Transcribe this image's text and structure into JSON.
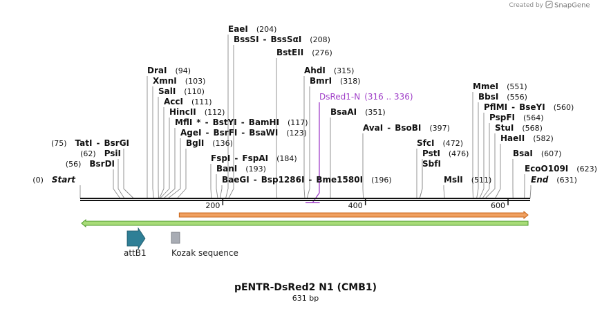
{
  "credit": {
    "prefix": "Created by",
    "brand": "SnapGene"
  },
  "sequence": {
    "length": 631,
    "title": "pENTR-DsRed2 N1 (CMB1)",
    "length_label": "631 bp"
  },
  "ticks": [
    {
      "pos": 200,
      "label": "200"
    },
    {
      "pos": 400,
      "label": "400"
    },
    {
      "pos": 600,
      "label": "600"
    }
  ],
  "labels": [
    {
      "id": "eaei",
      "pos": 204,
      "parts": [
        {
          "t": "EaeI",
          "s": "enz"
        },
        {
          "t": "(204)",
          "s": "pos"
        }
      ]
    },
    {
      "id": "bsssi",
      "pos": 208,
      "parts": [
        {
          "t": "BssSI",
          "s": "enz"
        },
        {
          "t": "-",
          "s": "enz"
        },
        {
          "t": "BssSαI",
          "s": "enz"
        },
        {
          "t": "(208)",
          "s": "pos"
        }
      ]
    },
    {
      "id": "bsteii",
      "pos": 276,
      "parts": [
        {
          "t": "BstEII",
          "s": "enz"
        },
        {
          "t": "(276)",
          "s": "pos"
        }
      ]
    },
    {
      "id": "ahdi",
      "pos": 315,
      "parts": [
        {
          "t": "AhdI",
          "s": "enz"
        },
        {
          "t": "(315)",
          "s": "pos"
        }
      ]
    },
    {
      "id": "dral",
      "pos": 94,
      "parts": [
        {
          "t": "DraI",
          "s": "enz"
        },
        {
          "t": "(94)",
          "s": "pos"
        }
      ]
    },
    {
      "id": "xmni",
      "pos": 103,
      "parts": [
        {
          "t": "XmnI",
          "s": "enz"
        },
        {
          "t": "(103)",
          "s": "pos"
        }
      ]
    },
    {
      "id": "bmri",
      "pos": 318,
      "parts": [
        {
          "t": "BmrI",
          "s": "enz"
        },
        {
          "t": "(318)",
          "s": "pos"
        }
      ]
    },
    {
      "id": "sali",
      "pos": 110,
      "parts": [
        {
          "t": "SalI",
          "s": "enz"
        },
        {
          "t": "(110)",
          "s": "pos"
        }
      ]
    },
    {
      "id": "dsred1n",
      "pos": 326,
      "primer": true,
      "parts": [
        {
          "t": "DsRed1-N",
          "s": "primer"
        },
        {
          "t": "(316 .. 336)",
          "s": "primer"
        }
      ]
    },
    {
      "id": "acci",
      "pos": 111,
      "parts": [
        {
          "t": "AccI",
          "s": "enz"
        },
        {
          "t": "(111)",
          "s": "pos"
        }
      ]
    },
    {
      "id": "mmei",
      "pos": 551,
      "parts": [
        {
          "t": "MmeI",
          "s": "enz"
        },
        {
          "t": "(551)",
          "s": "pos"
        }
      ]
    },
    {
      "id": "hincii",
      "pos": 112,
      "parts": [
        {
          "t": "HincII",
          "s": "enz"
        },
        {
          "t": "(112)",
          "s": "pos"
        }
      ]
    },
    {
      "id": "bsaai",
      "pos": 351,
      "parts": [
        {
          "t": "BsaAI",
          "s": "enz"
        },
        {
          "t": "(351)",
          "s": "pos"
        }
      ]
    },
    {
      "id": "bbsi",
      "pos": 556,
      "parts": [
        {
          "t": "BbsI",
          "s": "enz"
        },
        {
          "t": "(556)",
          "s": "pos"
        }
      ]
    },
    {
      "id": "mfli",
      "pos": 117,
      "parts": [
        {
          "t": "MflI",
          "s": "enz"
        },
        {
          "t": "*",
          "s": "enz"
        },
        {
          "t": "-",
          "s": "enz"
        },
        {
          "t": "BstYI",
          "s": "enz"
        },
        {
          "t": "-",
          "s": "enz"
        },
        {
          "t": "BamHI",
          "s": "enz"
        },
        {
          "t": "(117)",
          "s": "pos"
        }
      ]
    },
    {
      "id": "pflmi",
      "pos": 560,
      "parts": [
        {
          "t": "PflMI",
          "s": "enz"
        },
        {
          "t": "-",
          "s": "enz"
        },
        {
          "t": "BseYI",
          "s": "enz"
        },
        {
          "t": "(560)",
          "s": "pos"
        }
      ]
    },
    {
      "id": "agei",
      "pos": 123,
      "parts": [
        {
          "t": "AgeI",
          "s": "enz"
        },
        {
          "t": "-",
          "s": "enz"
        },
        {
          "t": "BsrFI",
          "s": "enz"
        },
        {
          "t": "-",
          "s": "enz"
        },
        {
          "t": "BsaWI",
          "s": "enz"
        },
        {
          "t": "(123)",
          "s": "pos"
        }
      ]
    },
    {
      "id": "pspfi",
      "pos": 564,
      "parts": [
        {
          "t": "PspFI",
          "s": "enz"
        },
        {
          "t": "(564)",
          "s": "pos"
        }
      ]
    },
    {
      "id": "avai",
      "pos": 397,
      "parts": [
        {
          "t": "AvaI",
          "s": "enz"
        },
        {
          "t": "-",
          "s": "enz"
        },
        {
          "t": "BsoBI",
          "s": "enz"
        },
        {
          "t": "(397)",
          "s": "pos"
        }
      ]
    },
    {
      "id": "stui",
      "pos": 568,
      "parts": [
        {
          "t": "StuI",
          "s": "enz"
        },
        {
          "t": "(568)",
          "s": "pos"
        }
      ]
    },
    {
      "id": "bgli",
      "pos": 136,
      "parts": [
        {
          "t": "BglI",
          "s": "enz"
        },
        {
          "t": "(136)",
          "s": "pos"
        }
      ]
    },
    {
      "id": "haeii",
      "pos": 582,
      "parts": [
        {
          "t": "HaeII",
          "s": "enz"
        },
        {
          "t": "(582)",
          "s": "pos"
        }
      ]
    },
    {
      "id": "tati",
      "pos": 75,
      "parts": [
        {
          "t": "(75)",
          "s": "pos"
        },
        {
          "t": "TatI",
          "s": "enz"
        },
        {
          "t": "-",
          "s": "enz"
        },
        {
          "t": "BsrGI",
          "s": "enz"
        }
      ]
    },
    {
      "id": "sfci",
      "pos": 472,
      "parts": [
        {
          "t": "SfcI",
          "s": "enz"
        },
        {
          "t": "(472)",
          "s": "pos"
        }
      ]
    },
    {
      "id": "psii",
      "pos": 62,
      "parts": [
        {
          "t": "(62)",
          "s": "pos"
        },
        {
          "t": "PsiI",
          "s": "enz"
        }
      ]
    },
    {
      "id": "fspi",
      "pos": 184,
      "parts": [
        {
          "t": "FspI",
          "s": "enz"
        },
        {
          "t": "-",
          "s": "enz"
        },
        {
          "t": "FspAI",
          "s": "enz"
        },
        {
          "t": "(184)",
          "s": "pos"
        }
      ]
    },
    {
      "id": "psti",
      "pos": 476,
      "parts": [
        {
          "t": "PstI",
          "s": "enz"
        },
        {
          "t": "(476)",
          "s": "pos"
        }
      ]
    },
    {
      "id": "bsai",
      "pos": 607,
      "parts": [
        {
          "t": "BsaI",
          "s": "enz"
        },
        {
          "t": "(607)",
          "s": "pos"
        }
      ]
    },
    {
      "id": "bsrdi",
      "pos": 56,
      "parts": [
        {
          "t": "(56)",
          "s": "pos"
        },
        {
          "t": "BsrDI",
          "s": "enz"
        }
      ]
    },
    {
      "id": "sbfi",
      "pos": 476,
      "parts": [
        {
          "t": "SbfI",
          "s": "enz"
        }
      ]
    },
    {
      "id": "bani",
      "pos": 193,
      "parts": [
        {
          "t": "BanI",
          "s": "enz"
        },
        {
          "t": "(193)",
          "s": "pos"
        }
      ]
    },
    {
      "id": "ecoo109i",
      "pos": 623,
      "parts": [
        {
          "t": "EcoO109I",
          "s": "enz"
        },
        {
          "t": "(623)",
          "s": "pos"
        }
      ]
    },
    {
      "id": "start",
      "pos": 0,
      "parts": [
        {
          "t": "(0)",
          "s": "pos"
        },
        {
          "t": "Start",
          "s": "enz-italic"
        }
      ]
    },
    {
      "id": "baegi",
      "pos": 196,
      "parts": [
        {
          "t": "BaeGI",
          "s": "enz"
        },
        {
          "t": "-",
          "s": "enz"
        },
        {
          "t": "Bsp1286I",
          "s": "enz"
        },
        {
          "t": "-",
          "s": "enz"
        },
        {
          "t": "Bme1580I",
          "s": "enz"
        },
        {
          "t": "(196)",
          "s": "pos"
        }
      ]
    },
    {
      "id": "msli",
      "pos": 511,
      "parts": [
        {
          "t": "MslI",
          "s": "enz"
        },
        {
          "t": "(511)",
          "s": "pos"
        }
      ]
    },
    {
      "id": "end",
      "pos": 631,
      "parts": [
        {
          "t": "End",
          "s": "enz-italic"
        },
        {
          "t": "(631)",
          "s": "pos"
        }
      ]
    }
  ],
  "features": [
    {
      "id": "orange-arrow",
      "start": 137,
      "end": 631,
      "color": "#f0a060",
      "stroke": "#c86418",
      "direction": "forward"
    },
    {
      "id": "green-arrow",
      "start": 0,
      "end": 631,
      "color": "#a8dc78",
      "stroke": "#4e9a2a",
      "direction": "reverse"
    }
  ],
  "primer_site": {
    "start": 316,
    "end": 336,
    "color": "#a040c8"
  },
  "legend": [
    {
      "id": "attb1",
      "label": "attB1",
      "shape": "arrow",
      "color": "#2f7f96"
    },
    {
      "id": "kozak",
      "label": "Kozak sequence",
      "shape": "box",
      "color": "#a8acb4"
    }
  ],
  "colors": {
    "backbone": "#111111",
    "label_line": "#888888",
    "primer": "#a040c8"
  }
}
